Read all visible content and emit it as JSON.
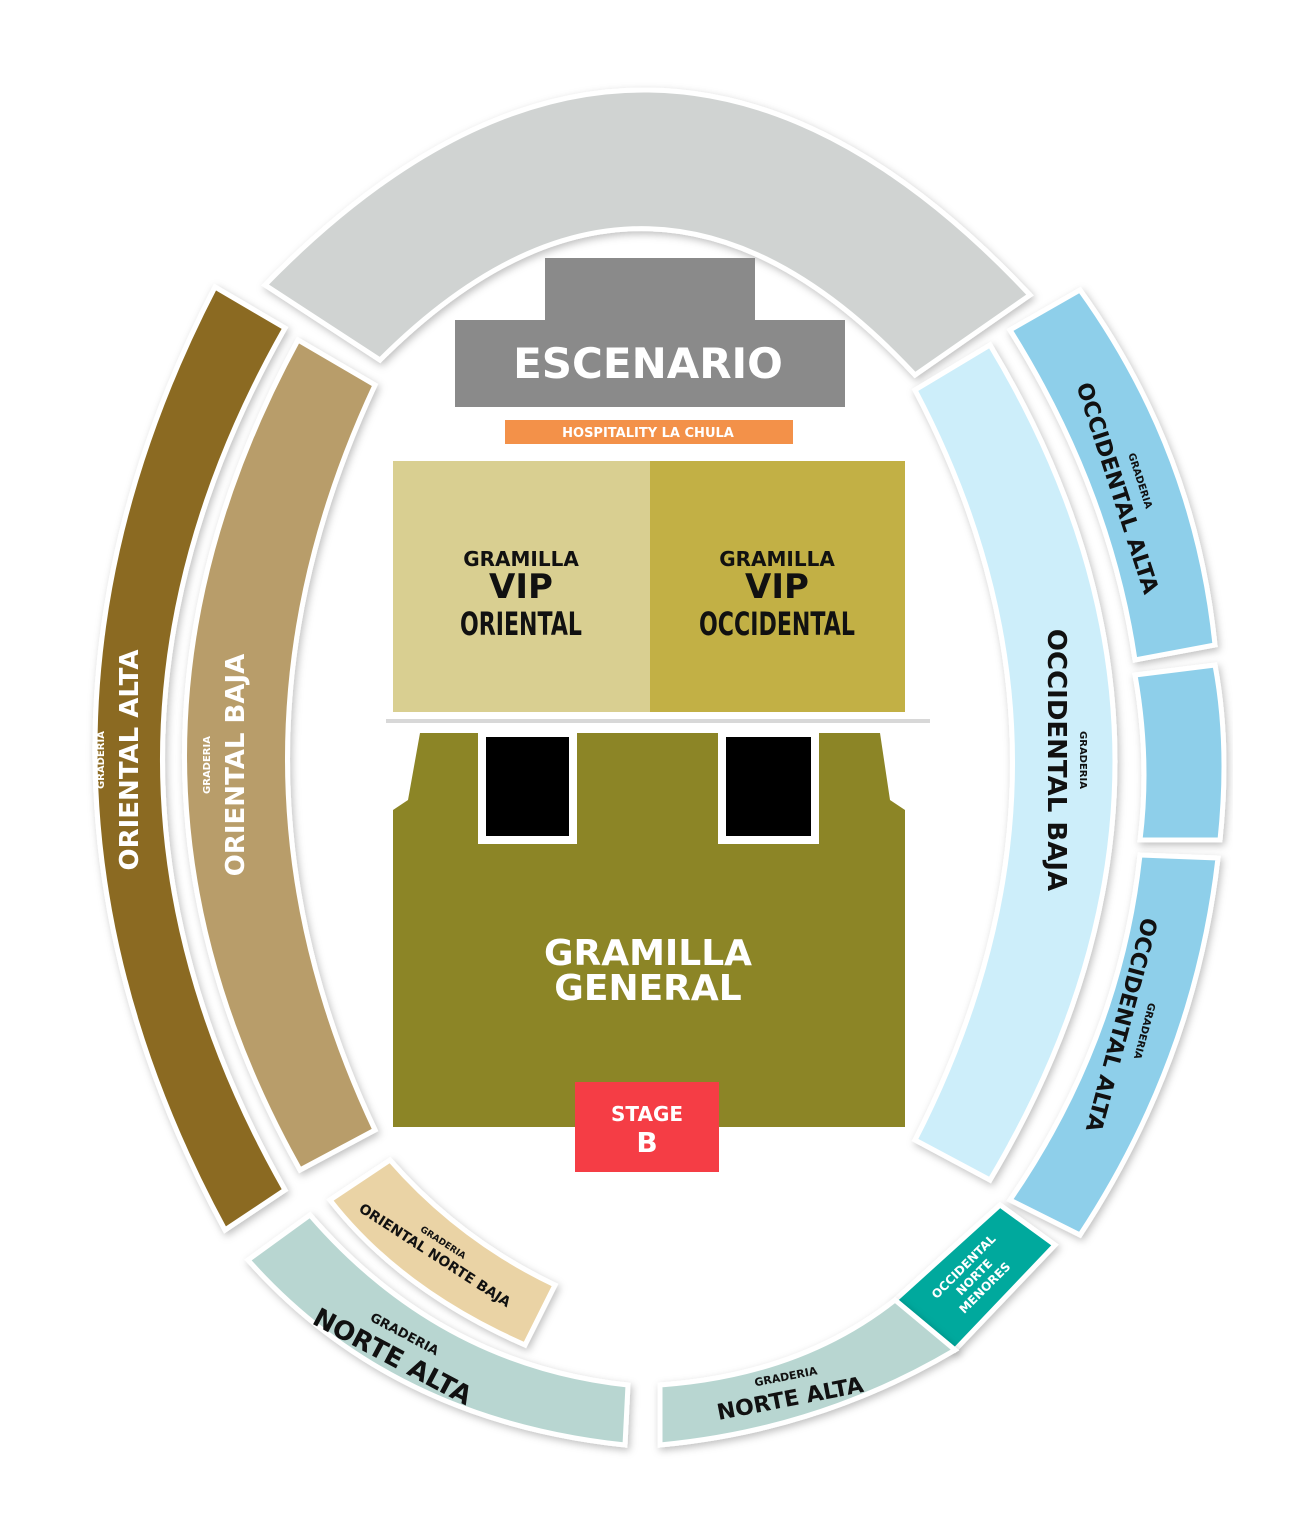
{
  "map": {
    "stage": "ESCENARIO",
    "hospitality": "HOSPITALITY LA CHULA",
    "vip_oriental": {
      "line1": "GRAMILLA",
      "line2": "VIP",
      "line3": "ORIENTAL"
    },
    "vip_occidental": {
      "line1": "GRAMILLA",
      "line2": "VIP",
      "line3": "OCCIDENTAL"
    },
    "general": {
      "line1": "GRAMILLA",
      "line2": "GENERAL"
    },
    "stage_b": {
      "line1": "STAGE",
      "line2": "B"
    },
    "graderia": "GRADERIA",
    "oriental_alta": "ORIENTAL ALTA",
    "oriental_baja": "ORIENTAL BAJA",
    "occidental_baja": "OCCIDENTAL BAJA",
    "occidental_alta_top": "OCCIDENTAL ALTA",
    "occidental_alta_bottom": "OCCIDENTAL ALTA",
    "oriental_norte_baja": "ORIENTAL NORTE BAJA",
    "norte_alta_left": "NORTE ALTA",
    "norte_alta_right": "NORTE ALTA",
    "menores": {
      "line1": "OCCIDENTAL",
      "line2": "NORTE",
      "line3": "MENORES"
    }
  },
  "colors": {
    "top_stand": "#d0d3d2",
    "stage": "#8a8a8a",
    "hospitality": "#f39149",
    "vip_oriental": "#d9cf91",
    "vip_occidental": "#c2b045",
    "general": "#8c8526",
    "stage_b": "#f53d45",
    "oriental_alta": "#8b6b24",
    "oriental_baja": "#b89d6a",
    "occidental_baja": "#cdeefa",
    "occidental_alta": "#8ecfea",
    "norte_alta": "#b8d6d1",
    "oriental_norte_baja": "#ead3a5",
    "menores": "#00a99d"
  }
}
